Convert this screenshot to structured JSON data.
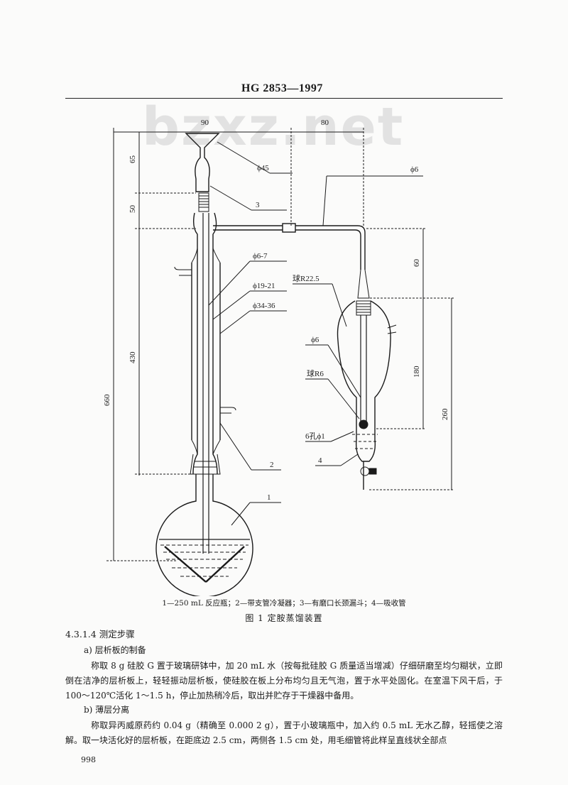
{
  "header": {
    "code": "HG 2853—1997",
    "watermark": "bzxz.net"
  },
  "figure": {
    "dims": {
      "w90": "90",
      "w80": "80",
      "h65": "65",
      "h50": "50",
      "h430": "430",
      "h660": "660",
      "h60": "60",
      "h180": "180",
      "h260": "260"
    },
    "labels": {
      "d45": "ϕ45",
      "d6top": "ϕ6",
      "p3": "3",
      "d67": "ϕ6-7",
      "d1921": "ϕ19-21",
      "d3436": "ϕ34-36",
      "ball225": "球R22.5",
      "d6mid": "ϕ6",
      "ballR6": "球R6",
      "holes": "6孔ϕ1",
      "p4": "4",
      "p2": "2",
      "p1": "1"
    },
    "legend": "1—250 mL 反应瓶；2—带支管冷凝器；3—有磨口长颈漏斗；4—吸收管",
    "caption": "图 1    定胺蒸馏装置"
  },
  "body": {
    "section": "4.3.1.4  测定步骤",
    "item_a": "a) 层析板的制备",
    "para1": "称取 8 g 硅胶 G 置于玻璃研钵中，加 20 mL 水（按每批硅胶 G 质量适当增减）仔细研磨至均匀糊状，立即倒在洁净的层析板上，轻轻振动层析板，使硅胶在板上分布均匀且无气泡，置于水平处固化。在室温下风干后，于 100～120℃活化 1～1.5 h，停止加热稍冷后，取出并贮存于干燥器中备用。",
    "item_b": "b) 薄层分离",
    "para2": "称取异丙威原药约 0.04 g（精确至 0.000 2 g），置于小玻璃瓶中，加入约 0.5 mL 无水乙醇，轻摇使之溶解。取一块活化好的层析板，在距底边 2.5 cm，两侧各 1.5 cm 处，用毛细管将此样呈直线状全部点"
  },
  "footer": {
    "page": "998"
  }
}
